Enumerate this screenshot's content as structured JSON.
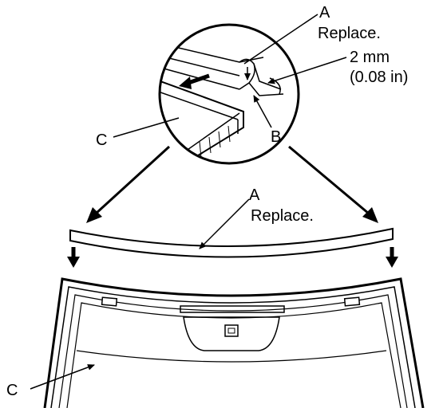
{
  "labels": {
    "a_top_letter": "A",
    "a_top_note": "Replace.",
    "gap_value": "2 mm",
    "gap_value_in": "(0.08 in)",
    "b_letter": "B",
    "c_top_letter": "C",
    "a_mid_letter": "A",
    "a_mid_note": "Replace.",
    "c_bottom_letter": "C"
  }
}
